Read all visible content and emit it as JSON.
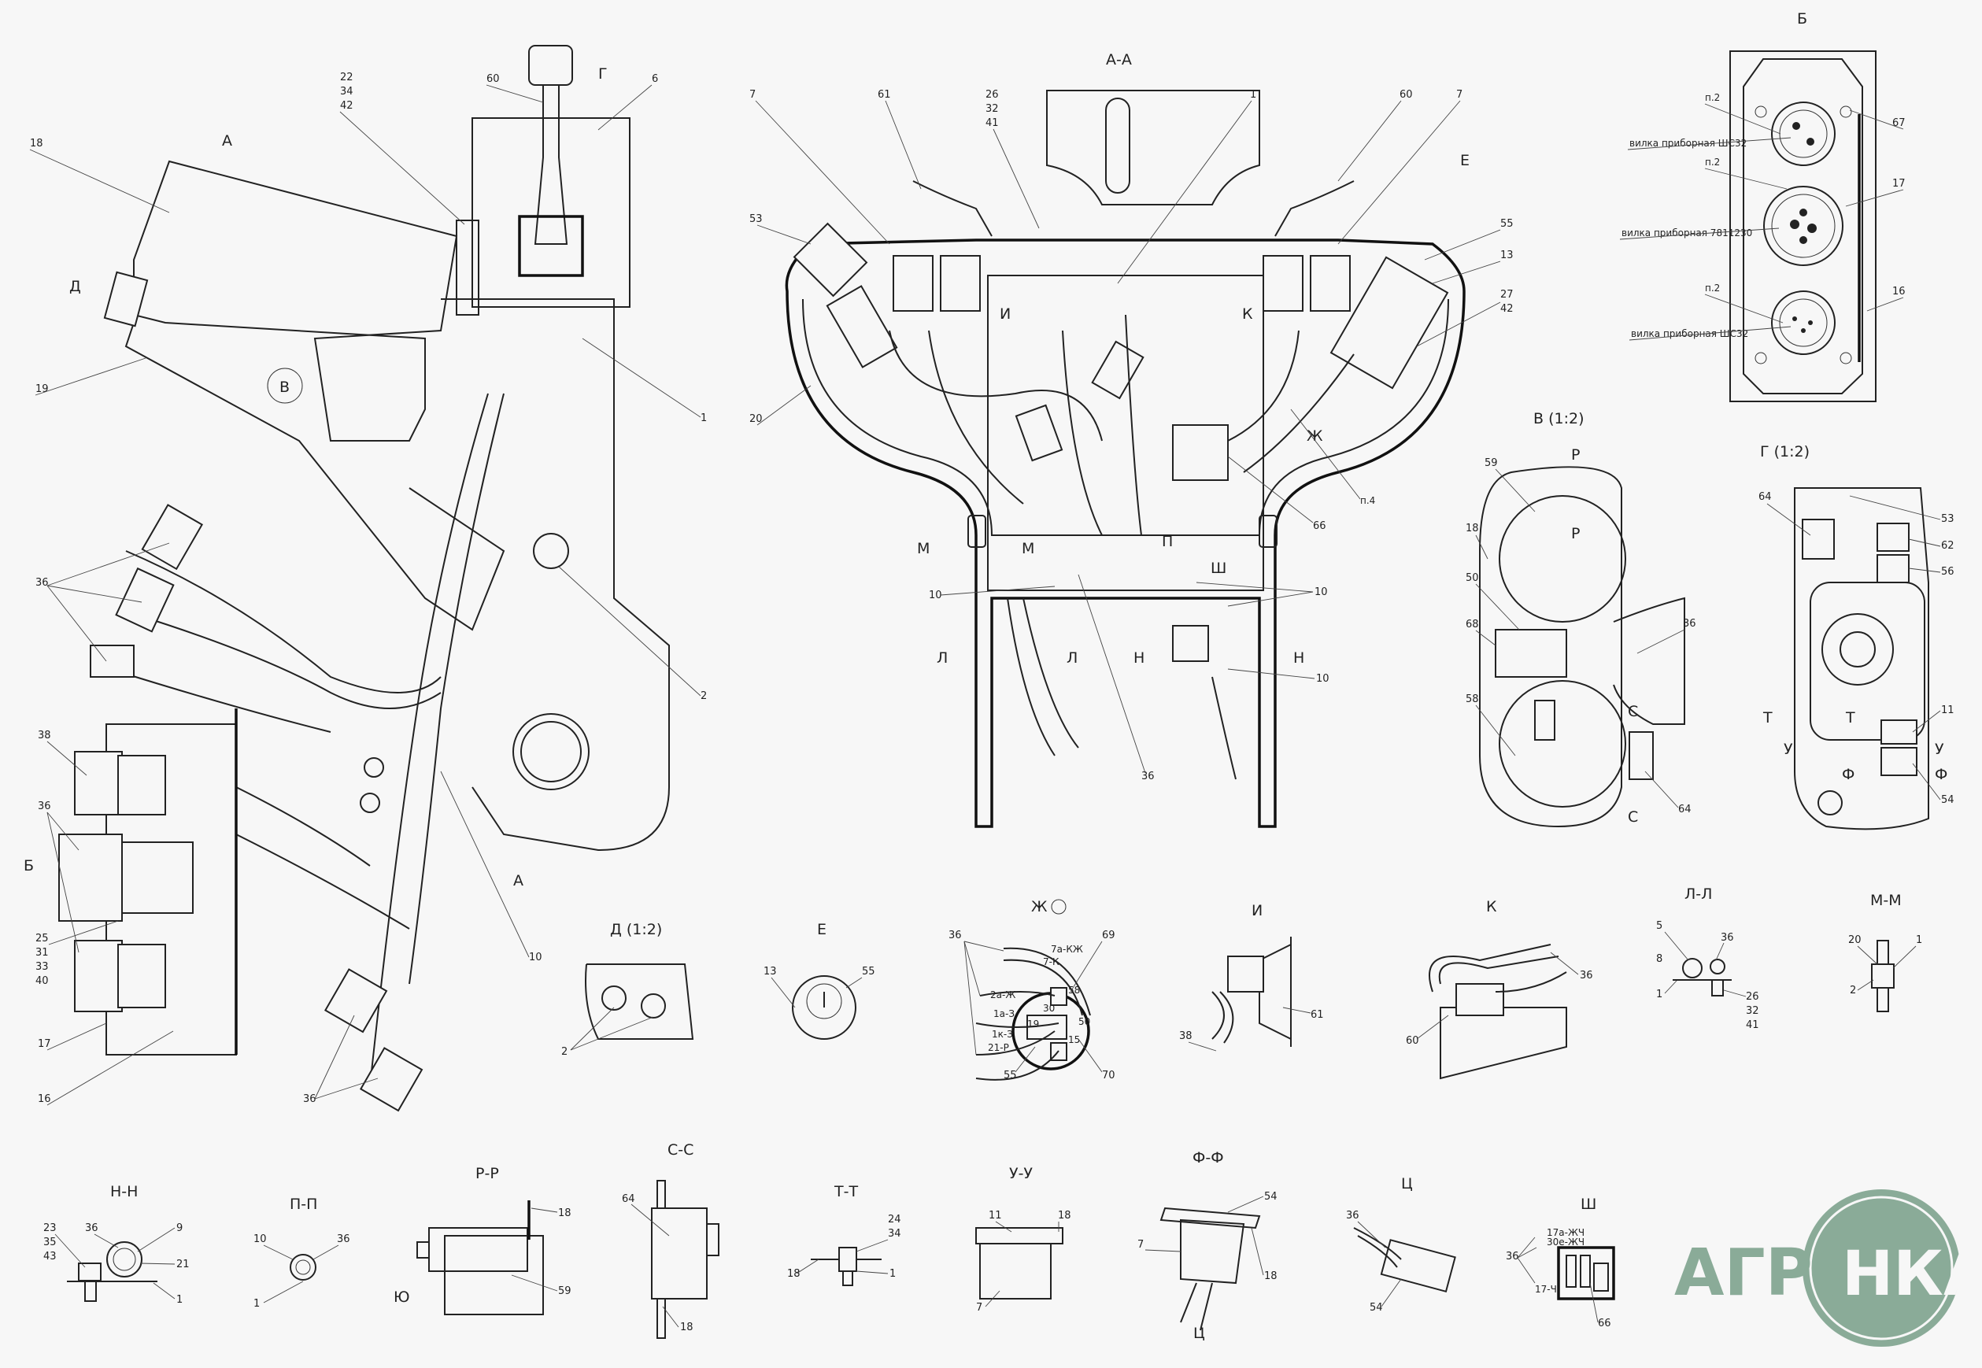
{
  "colors": {
    "background": "#f7f7f7",
    "ink": "#222222",
    "logo": "#8aab98"
  },
  "logo": {
    "text": "АГРОНКА"
  },
  "main_view": {
    "labels": [
      "18",
      "22",
      "34",
      "42",
      "60",
      "Г",
      "6",
      "А",
      "Д",
      "19",
      "В",
      "1",
      "36",
      "38",
      "36",
      "Б",
      "25",
      "31",
      "33",
      "40",
      "17",
      "16",
      "2",
      "А",
      "10",
      "36"
    ]
  },
  "view_aa": {
    "title": "А-А",
    "labels": [
      "7",
      "61",
      "26",
      "32",
      "41",
      "1",
      "60",
      "7",
      "53",
      "Е",
      "55",
      "13",
      "27",
      "42",
      "20",
      "И",
      "К",
      "Ж",
      "п.4",
      "66",
      "М",
      "10",
      "Л",
      "Л",
      "Н",
      "Н",
      "10",
      "10",
      "36",
      "П",
      "Ш",
      "М"
    ]
  },
  "view_b": {
    "title": "Б",
    "labels": [
      "п.2",
      "67",
      "п.2",
      "17",
      "п.2",
      "16"
    ],
    "connectors": [
      "вилка приборная ШС32",
      "вилка приборная 7811230",
      "вилка приборная ШС32"
    ]
  },
  "view_v": {
    "title": "В (1:2)",
    "labels": [
      "59",
      "Р",
      "Р",
      "18",
      "50",
      "68",
      "58",
      "36",
      "С",
      "С",
      "64"
    ]
  },
  "view_g": {
    "title": "Г (1:2)",
    "labels": [
      "64",
      "53",
      "62",
      "56",
      "11",
      "Т",
      "Т",
      "У",
      "Ф",
      "У",
      "Ф",
      "54"
    ]
  },
  "view_d": {
    "title": "Д (1:2)",
    "labels": [
      "2"
    ]
  },
  "view_e": {
    "title": "Е",
    "labels": [
      "13",
      "55"
    ]
  },
  "view_zh": {
    "title": "Ж",
    "labels": [
      "36",
      "69",
      "55",
      "70"
    ],
    "wires": [
      "7а-КЖ",
      "7-К",
      "2а-Ж",
      "1а-З",
      "1к-З",
      "21-Р"
    ],
    "terminals": [
      "58",
      "30",
      "50",
      "15",
      "19"
    ]
  },
  "view_i": {
    "title": "И",
    "labels": [
      "38",
      "61"
    ]
  },
  "view_k": {
    "title": "К",
    "labels": [
      "36",
      "60"
    ]
  },
  "view_ll": {
    "title": "Л-Л",
    "labels": [
      "5",
      "36",
      "8",
      "1",
      "26",
      "32",
      "41"
    ]
  },
  "view_mm": {
    "title": "М-М",
    "labels": [
      "20",
      "1",
      "2"
    ]
  },
  "view_nn": {
    "title": "Н-Н",
    "labels": [
      "23",
      "35",
      "43",
      "36",
      "9",
      "21",
      "1"
    ]
  },
  "view_pp": {
    "title": "П-П",
    "labels": [
      "10",
      "36",
      "1"
    ]
  },
  "view_rr": {
    "title": "Р-Р",
    "labels": [
      "18",
      "59",
      "Ю"
    ]
  },
  "view_ss": {
    "title": "С-С",
    "labels": [
      "64",
      "18"
    ]
  },
  "view_tt": {
    "title": "Т-Т",
    "labels": [
      "24",
      "34",
      "18",
      "1"
    ]
  },
  "view_uu": {
    "title": "У-У",
    "labels": [
      "11",
      "18",
      "7"
    ]
  },
  "view_ff": {
    "title": "Ф-Ф",
    "labels": [
      "54",
      "7",
      "18",
      "Ц"
    ]
  },
  "view_ts": {
    "title": "Ц",
    "labels": [
      "36",
      "54"
    ]
  },
  "view_sh": {
    "title": "Ш",
    "labels": [
      "36",
      "66"
    ],
    "wires": [
      "17а-ЖЧ",
      "30е-ЖЧ",
      "17-Ч"
    ]
  }
}
